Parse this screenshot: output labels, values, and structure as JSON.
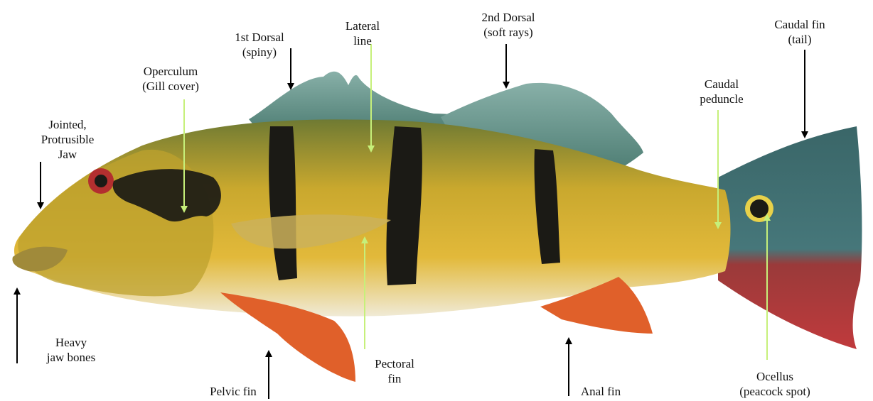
{
  "diagram": {
    "colors": {
      "black_arrow": "#000000",
      "green_arrow": "#c6f07a",
      "body_yellow": "#d8b230",
      "back_olive": "#7f8b3a",
      "belly_white": "#f4f1e6",
      "fin_orange": "#e0602a",
      "dorsal_teal": "#5d8a80",
      "tail_teal": "#3f6c6f",
      "tail_red": "#b6383a",
      "bar_black": "#1b1a15"
    },
    "labels": {
      "jaw": {
        "line1": "Jointed,",
        "line2": "Protrusible",
        "line3": "Jaw"
      },
      "operculum": {
        "line1": "Operculum",
        "line2": "(Gill cover)"
      },
      "first_dorsal": {
        "line1": "1st Dorsal",
        "line2": "(spiny)"
      },
      "lateral_line": {
        "line1": "Lateral",
        "line2": "line"
      },
      "second_dorsal": {
        "line1": "2nd Dorsal",
        "line2": "(soft rays)"
      },
      "caudal_peduncle": {
        "line1": "Caudal",
        "line2": "peduncle"
      },
      "caudal_fin": {
        "line1": "Caudal fin",
        "line2": "(tail)"
      },
      "heavy_jaw": {
        "line1": "Heavy",
        "line2": "jaw bones"
      },
      "pelvic_fin": {
        "line1": "Pelvic fin"
      },
      "pectoral_fin": {
        "line1": "Pectoral",
        "line2": "fin"
      },
      "anal_fin": {
        "line1": "Anal fin"
      },
      "ocellus": {
        "line1": "Ocellus",
        "line2": "(peacock spot)"
      }
    }
  }
}
